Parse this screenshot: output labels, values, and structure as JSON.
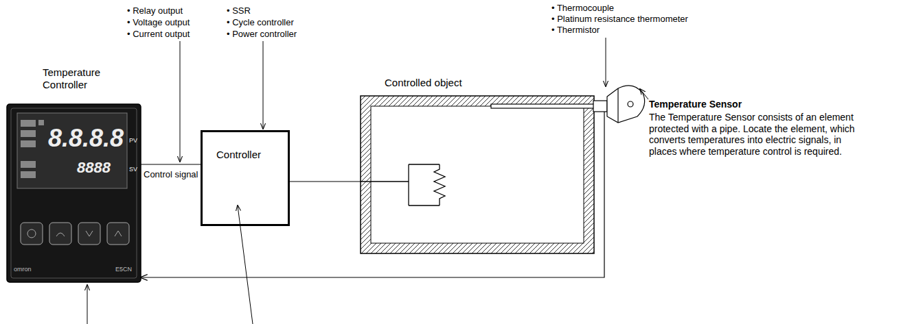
{
  "diagram": {
    "nodes": [
      {
        "text": [
          "Temperature Controller"
        ]
      },
      {
        "text": [
          "Controller"
        ]
      },
      {
        "text": [
          "Controlled object"
        ]
      },
      {
        "text": [
          "Temperature Sensor",
          "The Temperature Sensor consists of an element protected with a pipe. Locate the element, which converts temperatures into electric signals, in places where temperature control is required."
        ]
      }
    ],
    "edges": [
      {
        "from": 0,
        "to": 1,
        "label": "Control signal",
        "arrow": "none"
      },
      {
        "from": 1,
        "to": 2,
        "arrow": "none"
      },
      {
        "from": 3,
        "to": 0,
        "arrow": "to"
      }
    ],
    "labels": [
      "• Relay output",
      "• Voltage output",
      "• Current output",
      "• SSR",
      "• Cycle controller",
      "• Power controller",
      "• Thermocouple",
      "• Platinum resistance thermometer",
      "• Thermistor",
      "8.8.8.8",
      "PV",
      "8888",
      "SV",
      "omron",
      "E5CN"
    ]
  }
}
